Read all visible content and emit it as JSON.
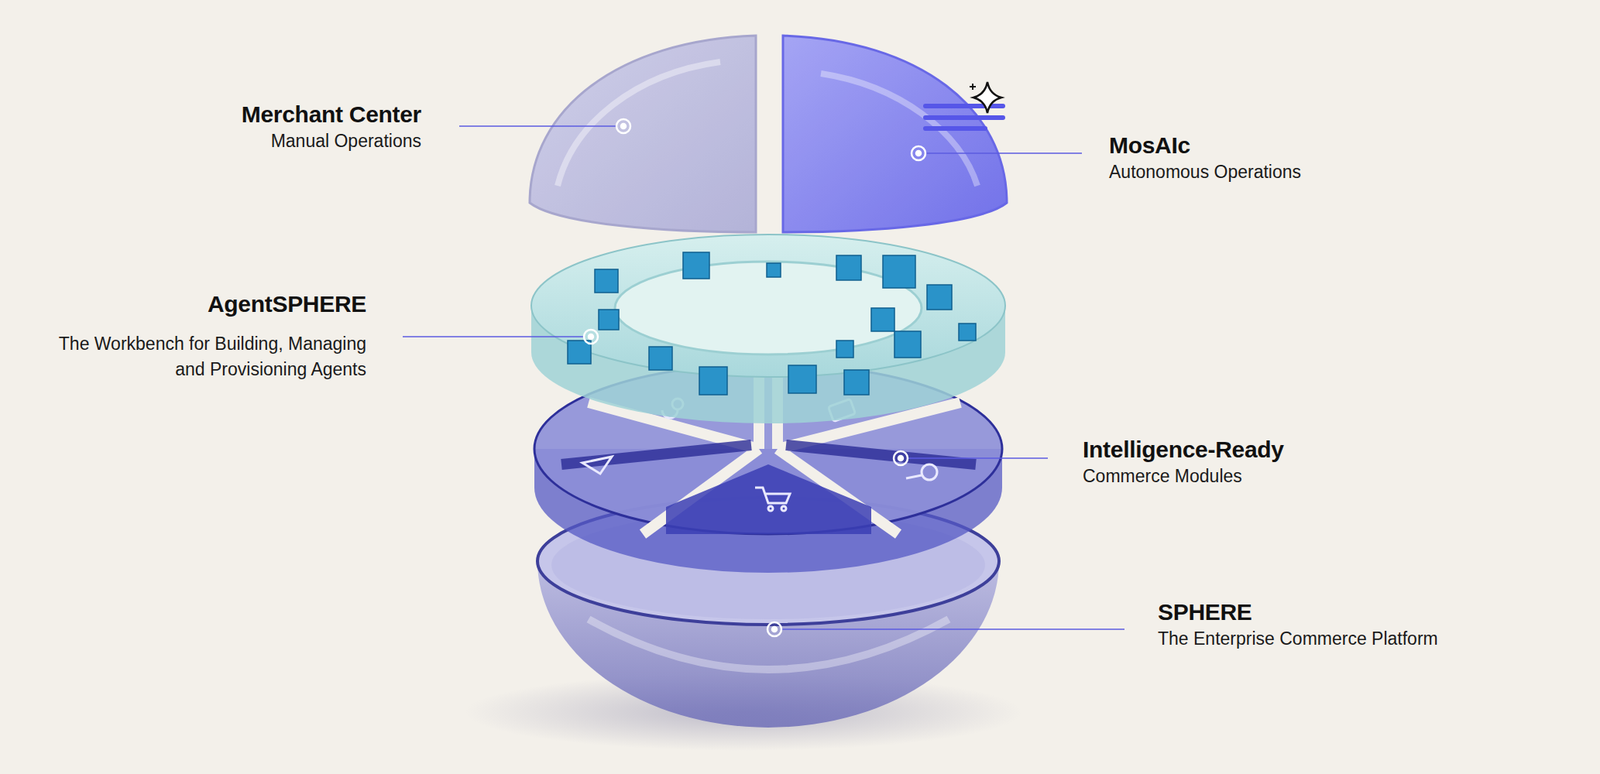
{
  "diagram": {
    "nodes": [
      {
        "text": [
          "Merchant Center",
          "Manual Operations"
        ]
      },
      {
        "text": [
          "MosAIc",
          "Autonomous Operations"
        ]
      },
      {
        "text": [
          "AgentSPHERE",
          "The Workbench for Building, Managing and Provisioning Agents"
        ]
      },
      {
        "text": [
          "Intelligence-Ready",
          "Commerce Modules"
        ]
      },
      {
        "text": [
          "SPHERE",
          "The Enterprise Commerce Platform"
        ]
      }
    ]
  }
}
